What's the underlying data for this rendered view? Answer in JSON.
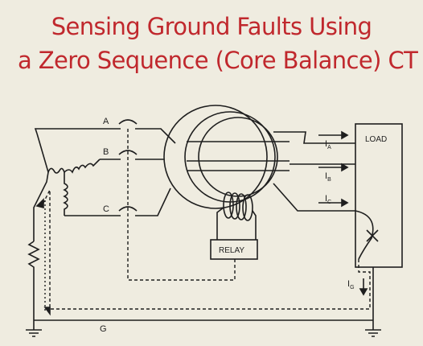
{
  "title": {
    "line1": "Sensing Ground Faults Using",
    "line2": "a Zero Sequence (Core Balance) CT"
  },
  "phases": [
    "A",
    "B",
    "C"
  ],
  "ground_label": "G",
  "load_label": "LOAD",
  "relay_label": "RELAY",
  "currents": {
    "a": {
      "base": "I",
      "sub": "A"
    },
    "b": {
      "base": "I",
      "sub": "B"
    },
    "c": {
      "base": "I",
      "sub": "C"
    },
    "g": {
      "base": "I",
      "sub": "G"
    }
  },
  "colors": {
    "title": "#c0282d",
    "line": "#1e1e1e",
    "background": "#efece0"
  }
}
